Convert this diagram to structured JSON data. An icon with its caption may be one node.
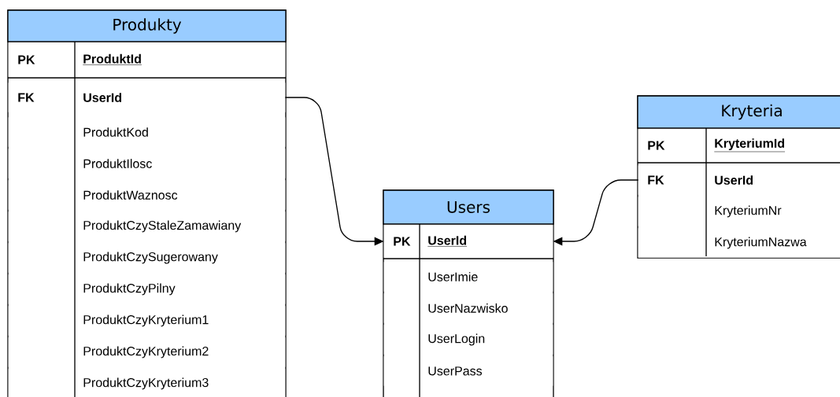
{
  "diagram": {
    "nodes": [
      {
        "text": [
          "Produkty"
        ]
      },
      {
        "text": [
          "PK",
          "ProduktId"
        ],
        "in": 0
      },
      {
        "text": [
          "FK",
          "UserId"
        ],
        "in": 0
      },
      {
        "text": [
          "ProduktKod"
        ],
        "in": 0
      },
      {
        "text": [
          "ProduktIlosc"
        ],
        "in": 0
      },
      {
        "text": [
          "ProduktWaznosc"
        ],
        "in": 0
      },
      {
        "text": [
          "ProduktCzyStaleZamawiany"
        ],
        "in": 0
      },
      {
        "text": [
          "ProduktCzySugerowany"
        ],
        "in": 0
      },
      {
        "text": [
          "ProduktCzyPilny"
        ],
        "in": 0
      },
      {
        "text": [
          "ProduktCzyKryterium1"
        ],
        "in": 0
      },
      {
        "text": [
          "ProduktCzyKryterium2"
        ],
        "in": 0
      },
      {
        "text": [
          "ProduktCzyKryterium3"
        ],
        "in": 0
      },
      {
        "text": [
          "Users"
        ]
      },
      {
        "text": [
          "PK",
          "UserId"
        ],
        "in": 12
      },
      {
        "text": [
          "UserImie"
        ],
        "in": 12
      },
      {
        "text": [
          "UserNazwisko"
        ],
        "in": 12
      },
      {
        "text": [
          "UserLogin"
        ],
        "in": 12
      },
      {
        "text": [
          "UserPass"
        ],
        "in": 12
      },
      {
        "text": [
          "Kryteria"
        ]
      },
      {
        "text": [
          "PK",
          "KryteriumId"
        ],
        "in": 18
      },
      {
        "text": [
          "FK",
          "UserId"
        ],
        "in": 18
      },
      {
        "text": [
          "KryteriumNr"
        ],
        "in": 18
      },
      {
        "text": [
          "KryteriumNazwa"
        ],
        "in": 18
      }
    ],
    "edges": [
      {
        "from": 2,
        "to": 13,
        "arrow": "to"
      },
      {
        "from": 20,
        "to": 13,
        "arrow": "to"
      }
    ]
  }
}
